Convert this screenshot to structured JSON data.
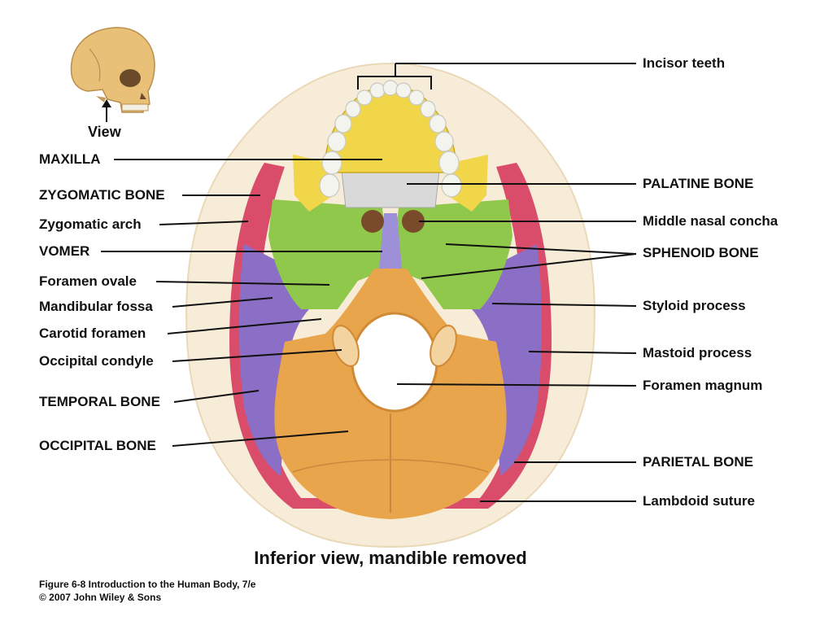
{
  "thumbnail": {
    "view_label": "View"
  },
  "labels_left": {
    "maxilla": "MAXILLA",
    "zygomatic_bone": "ZYGOMATIC BONE",
    "zygomatic_arch": "Zygomatic arch",
    "vomer": "VOMER",
    "foramen_ovale": "Foramen ovale",
    "mandibular_fossa": "Mandibular fossa",
    "carotid_foramen": "Carotid foramen",
    "occipital_condyle": "Occipital condyle",
    "temporal_bone": "TEMPORAL BONE",
    "occipital_bone": "OCCIPITAL BONE"
  },
  "labels_right": {
    "incisor_teeth": "Incisor teeth",
    "palatine_bone": "PALATINE BONE",
    "middle_nasal_concha": "Middle nasal concha",
    "sphenoid_bone": "SPHENOID BONE",
    "styloid_process": "Styloid process",
    "mastoid_process": "Mastoid process",
    "foramen_magnum": "Foramen magnum",
    "parietal_bone": "PARIETAL BONE",
    "lambdoid_suture": "Lambdoid suture"
  },
  "caption": "Inferior view, mandible removed",
  "credits": {
    "line1": "Figure 6-8  Introduction to the Human Body, 7/e",
    "line2": "© 2007 John Wiley & Sons"
  },
  "colors": {
    "maxilla": "#f2d64a",
    "palatine": "#d9d9d9",
    "sphenoid": "#8fc84a",
    "temporal": "#8b6fc6",
    "occipital": "#e9a54b",
    "zygomatic": "#d94d6a",
    "parietal": "#d94d6a",
    "vomer": "#9e8fd9",
    "teeth": "#f4f4ef",
    "skin": "#f6ecd8"
  }
}
